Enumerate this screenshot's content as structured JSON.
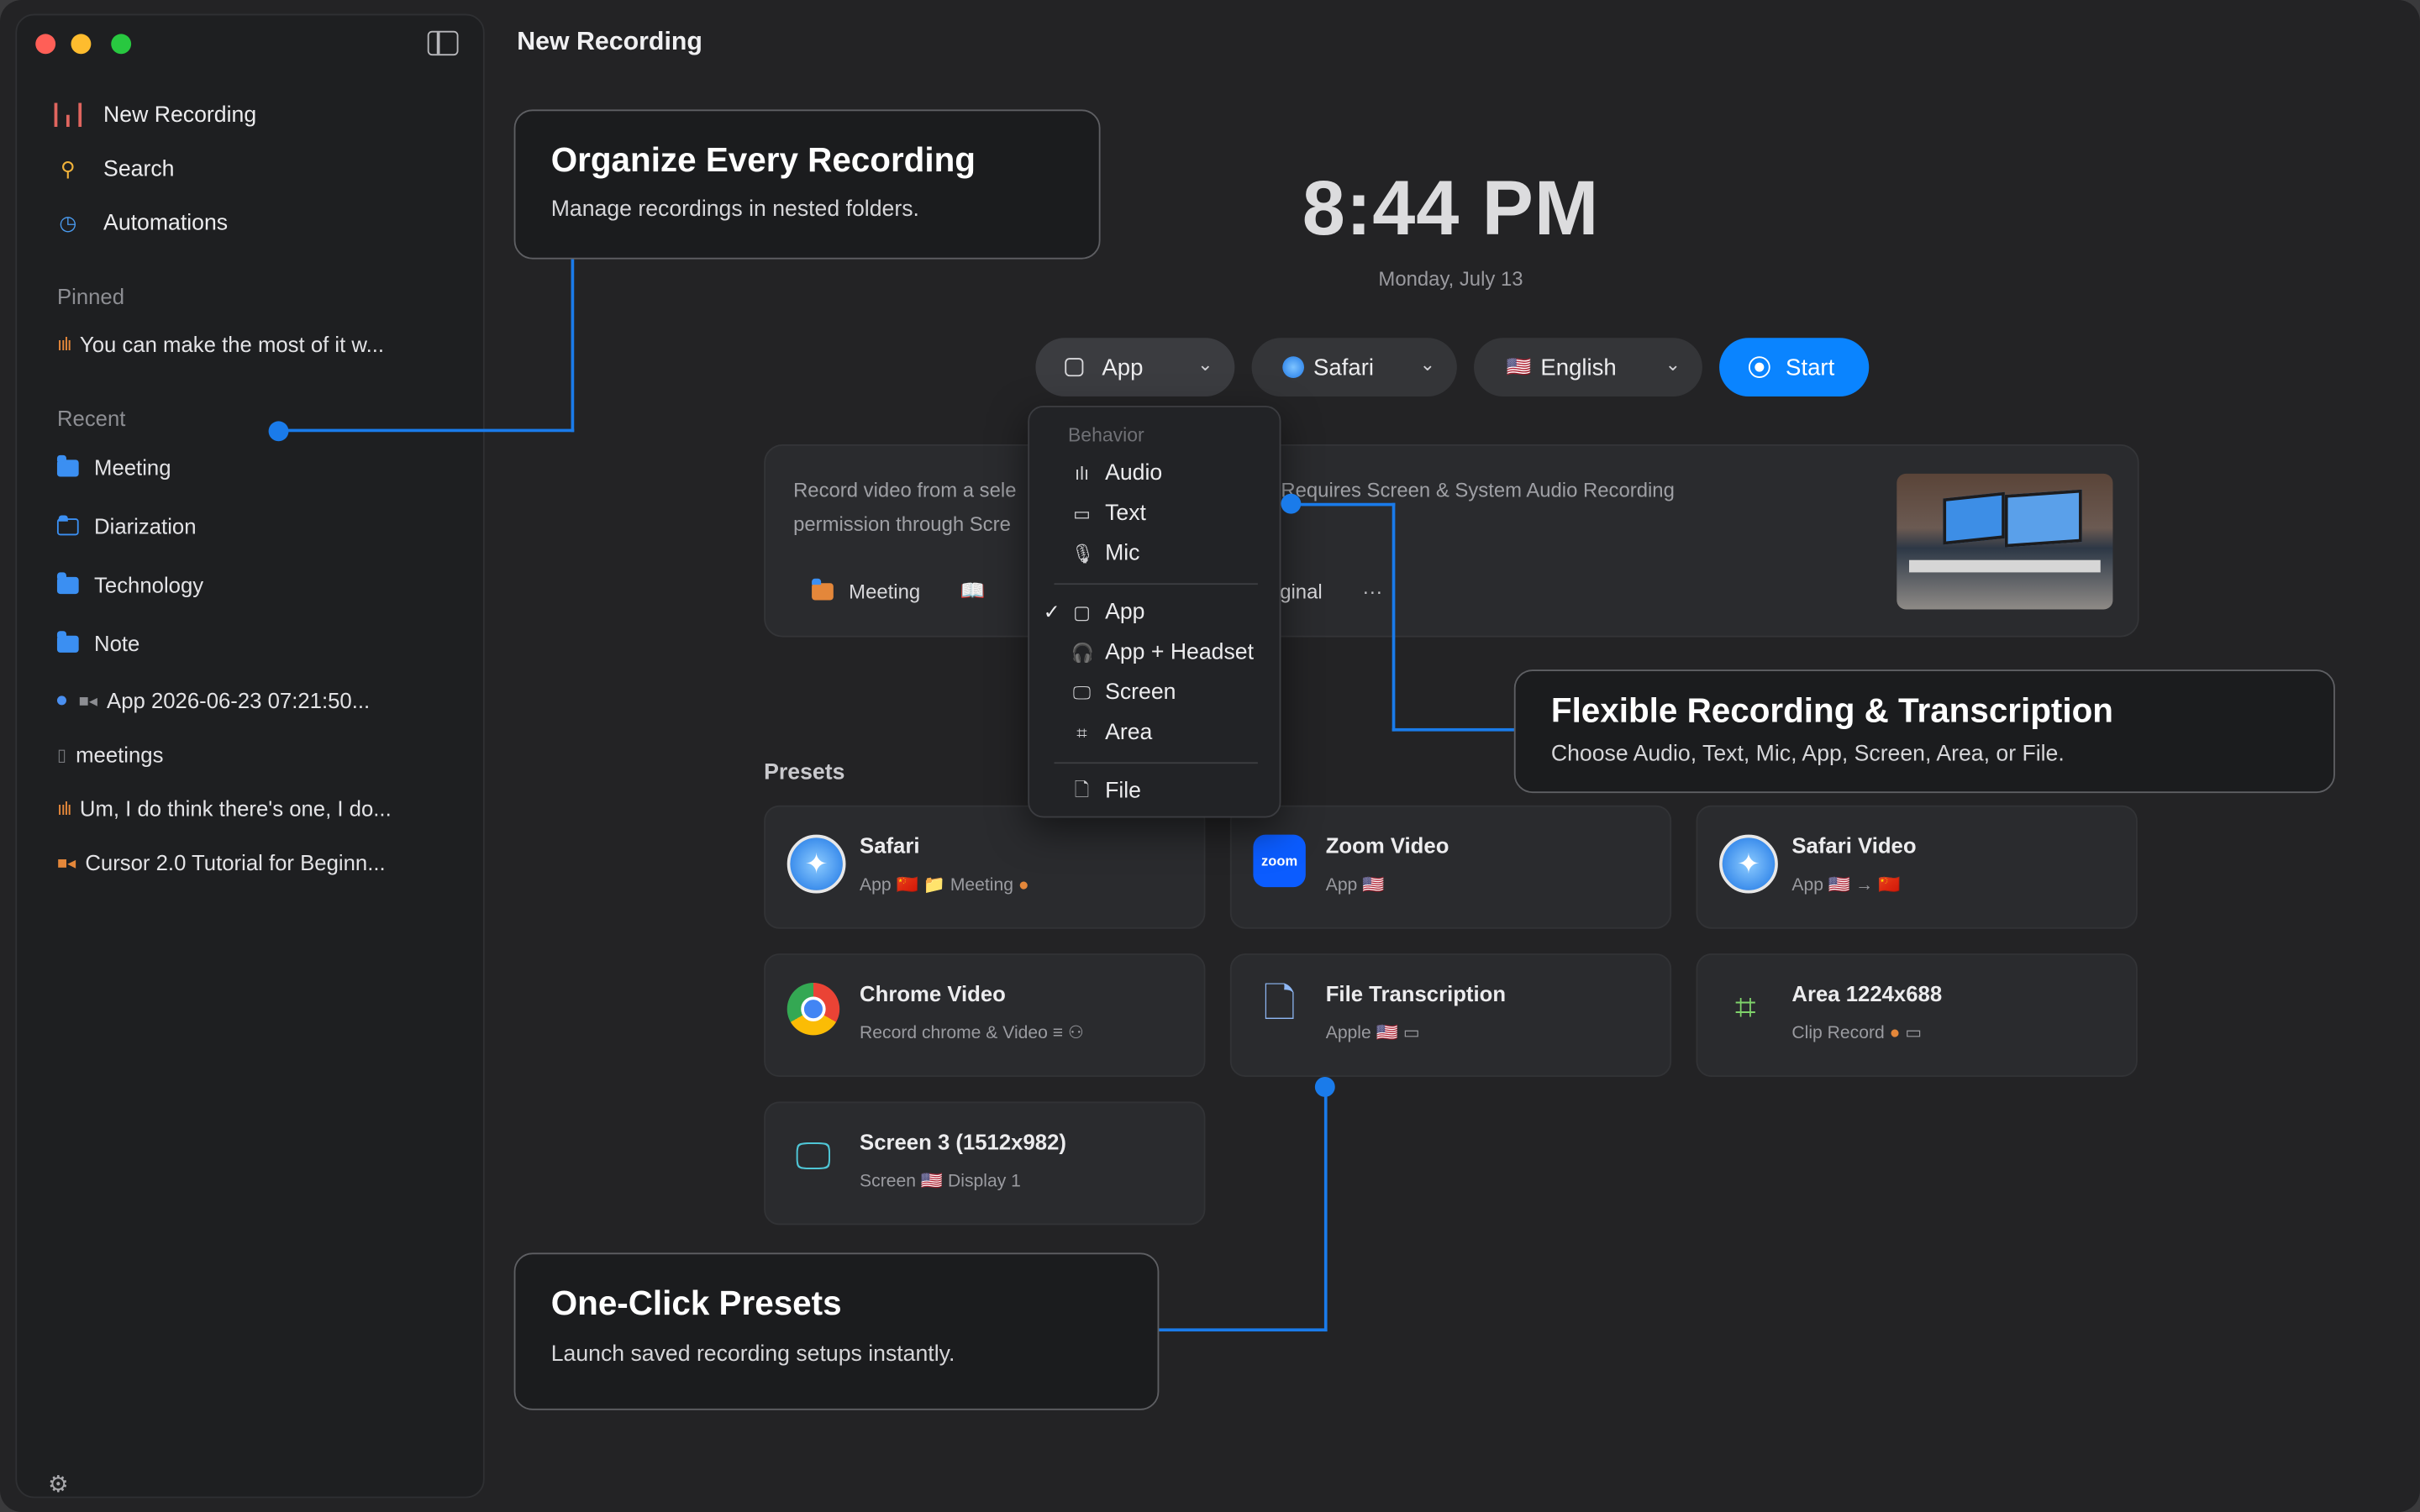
{
  "window": {
    "title": "New Recording"
  },
  "sidebar": {
    "nav": [
      {
        "label": "New Recording",
        "icon": "waveform-icon"
      },
      {
        "label": "Search",
        "icon": "search-icon"
      },
      {
        "label": "Automations",
        "icon": "clock-icon"
      }
    ],
    "pinned_header": "Pinned",
    "pinned": [
      {
        "label": "You can make the most of it w..."
      }
    ],
    "recent_header": "Recent",
    "recent": [
      {
        "label": "Meeting",
        "icon": "folder-icon"
      },
      {
        "label": "Diarization",
        "icon": "folder-icon"
      },
      {
        "label": "Technology",
        "icon": "folder-icon"
      },
      {
        "label": "Note",
        "icon": "folder-icon"
      },
      {
        "label": "App 2026-06-23 07:21:50...",
        "icon": "video-icon"
      },
      {
        "label": "meetings",
        "icon": "document-icon"
      },
      {
        "label": "Um, I do think there's one, I do...",
        "icon": "waveform-icon"
      },
      {
        "label": "Cursor 2.0 Tutorial for Beginn...",
        "icon": "video-icon"
      }
    ]
  },
  "clock": {
    "time": "8:44 PM",
    "date": "Monday, July 13"
  },
  "controls": {
    "mode": "App",
    "source": "Safari",
    "language": "English",
    "start": "Start"
  },
  "description": {
    "text_a": "Record video from a sele",
    "text_b": "cribe its audio. Requires Screen & System Audio Recording",
    "text_c": "permission through Scre",
    "folder": "Meeting",
    "original": "iginal",
    "more": "···"
  },
  "menu": {
    "header": "Behavior",
    "group1": [
      "Audio",
      "Text",
      "Mic"
    ],
    "group2": [
      "App",
      "App + Headset",
      "Screen",
      "Area"
    ],
    "group3": [
      "File"
    ],
    "checked": "App"
  },
  "presets_header": "Presets",
  "presets": [
    {
      "title": "Safari",
      "sub": "App 🇨🇳 📁 Meeting",
      "icon": "safari-icon"
    },
    {
      "title": "Zoom Video",
      "sub": "App 🇺🇸",
      "icon": "zoom-icon",
      "icon_text": "zoom"
    },
    {
      "title": "Safari Video",
      "sub": "App 🇺🇸 → 🇨🇳",
      "icon": "safari-icon"
    },
    {
      "title": "Chrome Video",
      "sub": "Record chrome & Video",
      "icon": "chrome-icon"
    },
    {
      "title": "File Transcription",
      "sub": "Apple 🇺🇸",
      "icon": "document-icon"
    },
    {
      "title": "Area 1224x688",
      "sub": "Clip Record",
      "icon": "crop-icon"
    },
    {
      "title": "Screen 3 (1512x982)",
      "sub": "Screen 🇺🇸 Display 1",
      "icon": "display-icon"
    }
  ],
  "callouts": {
    "organize": {
      "title": "Organize Every Recording",
      "sub": "Manage recordings in nested folders."
    },
    "flexible": {
      "title": "Flexible Recording & Transcription",
      "sub": "Choose Audio, Text, Mic, App, Screen, Area, or File."
    },
    "presets": {
      "title": "One-Click Presets",
      "sub": "Launch saved recording setups instantly."
    }
  },
  "colors": {
    "accent": "#0a84ff",
    "callout_line": "#1a7bea",
    "folder": "#3b8ff2",
    "waveform": "#e4873a"
  }
}
